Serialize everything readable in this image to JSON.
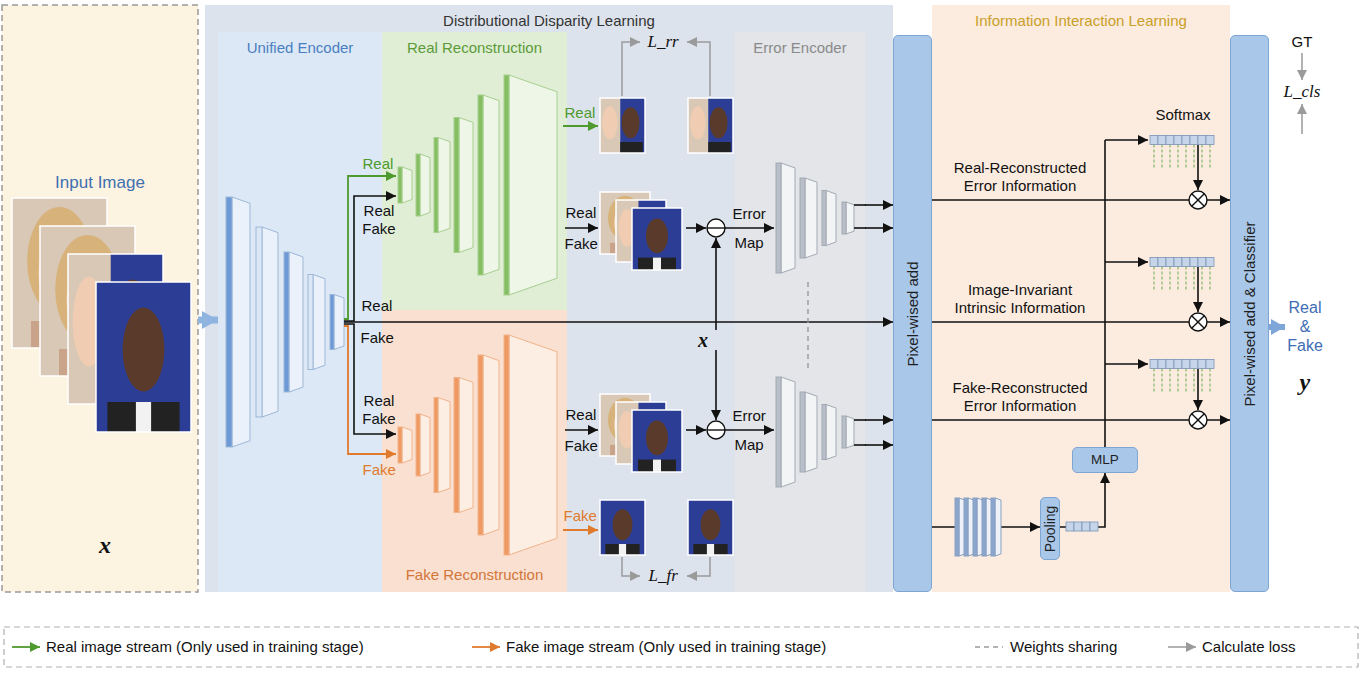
{
  "diagram": {
    "nodes": [
      {
        "text": [
          "Input Image"
        ]
      },
      {
        "text": [
          "Distributional Disparity Learning"
        ]
      },
      {
        "text": [
          "Unified Encoder"
        ],
        "in": 1
      },
      {
        "text": [
          "Real Reconstruction"
        ],
        "in": 1
      },
      {
        "text": [
          "Fake Reconstruction"
        ],
        "in": 1
      },
      {
        "text": [
          "Error Encoder"
        ],
        "in": 1
      },
      {
        "text": [
          "Pixel-wised add"
        ]
      },
      {
        "text": [
          "Information Interaction Learning"
        ]
      },
      {
        "text": [
          "Pooling"
        ],
        "in": 7
      },
      {
        "text": [
          "MLP"
        ],
        "in": 7
      },
      {
        "text": [
          "Pixel-wised add & Classifier"
        ]
      }
    ],
    "edges": [
      {
        "from": 0,
        "to": 2,
        "arrow": "to"
      },
      {
        "from": 2,
        "to": 6,
        "arrow": "to"
      },
      {
        "from": 5,
        "to": 6,
        "arrow": "to"
      },
      {
        "from": 5,
        "to": 6,
        "arrow": "to"
      },
      {
        "from": 5,
        "to": 6,
        "arrow": "to"
      },
      {
        "from": 5,
        "to": 6,
        "arrow": "to"
      },
      {
        "from": 6,
        "to": 10,
        "label": "Real-Reconstructed Error Information",
        "arrow": "to"
      },
      {
        "from": 6,
        "to": 10,
        "label": "Image-Invariant Intrinsic Information",
        "arrow": "to"
      },
      {
        "from": 6,
        "to": 10,
        "label": "Fake-Reconstructed Error Information",
        "arrow": "to"
      },
      {
        "from": 6,
        "to": 8,
        "arrow": "to"
      },
      {
        "from": 8,
        "to": 9,
        "arrow": "to"
      }
    ],
    "labels": [
      "x",
      "Real",
      "Real Fake",
      "Real",
      "Fake",
      "Real Fake",
      "Fake",
      "L_rr",
      "Real",
      "Real",
      "Fake",
      "Error",
      "Map",
      "x",
      "Real",
      "Fake",
      "Error",
      "Map",
      "Fake",
      "L_fr",
      "Softmax",
      "GT",
      "L_cls",
      "Real & Fake",
      "y"
    ],
    "legend": [
      {
        "text": "Real image stream (Only used in training stage)"
      },
      {
        "text": "Fake image stream (Only used in training stage)"
      },
      {
        "text": "Weights sharing"
      },
      {
        "text": "Calculate loss"
      }
    ]
  }
}
